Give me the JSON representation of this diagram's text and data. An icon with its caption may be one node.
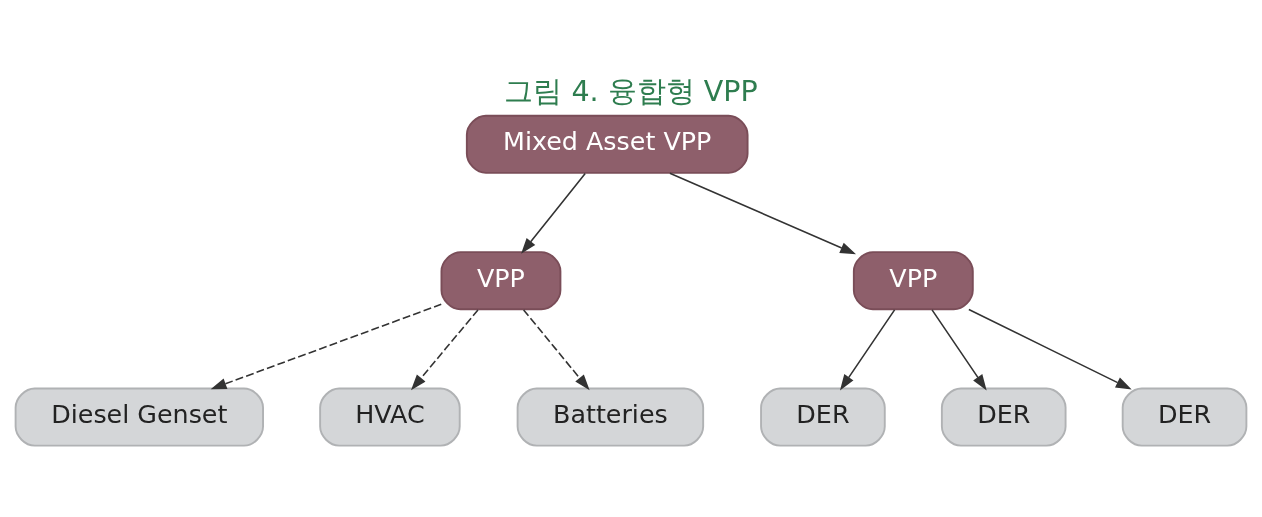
{
  "diagram": {
    "title": "그림 4. 융합형 VPP",
    "nodes": [
      {
        "text": [
          "Mixed Asset VPP"
        ]
      },
      {
        "text": [
          "VPP"
        ]
      },
      {
        "text": [
          "VPP"
        ]
      },
      {
        "text": [
          "Diesel Genset"
        ]
      },
      {
        "text": [
          "HVAC"
        ]
      },
      {
        "text": [
          "Batteries"
        ]
      },
      {
        "text": [
          "DER"
        ]
      },
      {
        "text": [
          "DER"
        ]
      },
      {
        "text": [
          "DER"
        ]
      }
    ],
    "edges": [
      {
        "from": 0,
        "to": 1,
        "arrow": "to"
      },
      {
        "from": 0,
        "to": 2,
        "arrow": "to"
      },
      {
        "from": 1,
        "to": 3,
        "arrow": "to",
        "style": "dashed"
      },
      {
        "from": 1,
        "to": 4,
        "arrow": "to",
        "style": "dashed"
      },
      {
        "from": 1,
        "to": 5,
        "arrow": "to",
        "style": "dashed"
      },
      {
        "from": 2,
        "to": 6,
        "arrow": "to"
      },
      {
        "from": 2,
        "to": 7,
        "arrow": "to"
      },
      {
        "from": 2,
        "to": 8,
        "arrow": "to"
      }
    ]
  }
}
